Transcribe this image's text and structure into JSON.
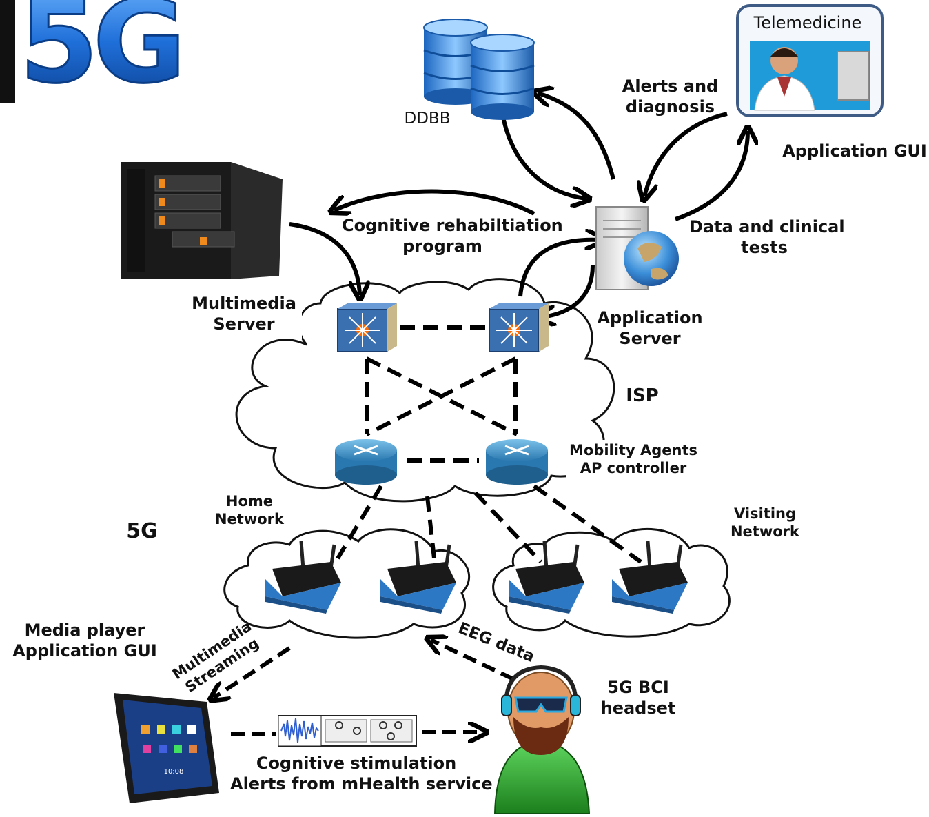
{
  "logo_text": "5G",
  "labels": {
    "ddbb": "DDBB",
    "telemedicine": "Telemedicine",
    "alerts_line1": "Alerts and",
    "alerts_line2": "diagnosis",
    "app_gui": "Application GUI",
    "cognitive_line1": "Cognitive rehabiltiation",
    "cognitive_line2": "program",
    "data_line1": "Data and clinical",
    "data_line2": "tests",
    "multimedia_line1": "Multimedia",
    "multimedia_line2": "Server",
    "appserver_line1": "Application",
    "appserver_line2": "Server",
    "isp": "ISP",
    "mobility_line1": "Mobility Agents",
    "mobility_line2": "AP controller",
    "home_line1": "Home",
    "home_line2": "Network",
    "fiveg": "5G",
    "visiting_line1": "Visiting",
    "visiting_line2": "Network",
    "media_line1": "Media player",
    "media_line2": "Application GUI",
    "streaming_line1": "Multimedia",
    "streaming_line2": "Streaming",
    "eeg": "EEG  data",
    "bci_line1": "5G BCI",
    "bci_line2": "headset",
    "stim_line1": "Cognitive  stimulation",
    "stim_line2": "Alerts from  mHealth service",
    "tablet_time": "10:08"
  },
  "icons": [
    "database-icon",
    "doctor-monitor-icon",
    "media-server-icon",
    "application-server-icon",
    "globe-icon",
    "switch-icon",
    "router-icon",
    "wireless-router-icon",
    "tablet-icon",
    "waveform-icon",
    "bci-headset-user-icon"
  ],
  "colors": {
    "accent_blue": "#2f7fd6",
    "cloud_stroke": "#111111",
    "router_blue": "#3d8fc4",
    "headset_green": "#2fa52f"
  }
}
